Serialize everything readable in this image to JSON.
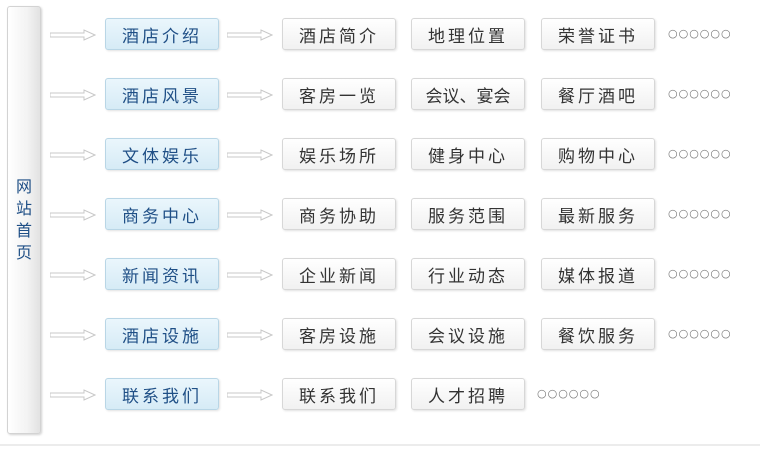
{
  "home": {
    "label": "网站首页"
  },
  "more_text": "○○○○○○",
  "rows": [
    {
      "category": "酒店介绍",
      "items": [
        "酒店简介",
        "地理位置",
        "荣誉证书"
      ]
    },
    {
      "category": "酒店风景",
      "items": [
        "客房一览",
        "会议、宴会",
        "餐厅酒吧"
      ]
    },
    {
      "category": "文体娱乐",
      "items": [
        "娱乐场所",
        "健身中心",
        "购物中心"
      ]
    },
    {
      "category": "商务中心",
      "items": [
        "商务协助",
        "服务范围",
        "最新服务"
      ]
    },
    {
      "category": "新闻资讯",
      "items": [
        "企业新闻",
        "行业动态",
        "媒体报道"
      ]
    },
    {
      "category": "酒店设施",
      "items": [
        "客房设施",
        "会议设施",
        "餐饮服务"
      ]
    },
    {
      "category": "联系我们",
      "items": [
        "联系我们",
        "人才招聘"
      ]
    }
  ]
}
